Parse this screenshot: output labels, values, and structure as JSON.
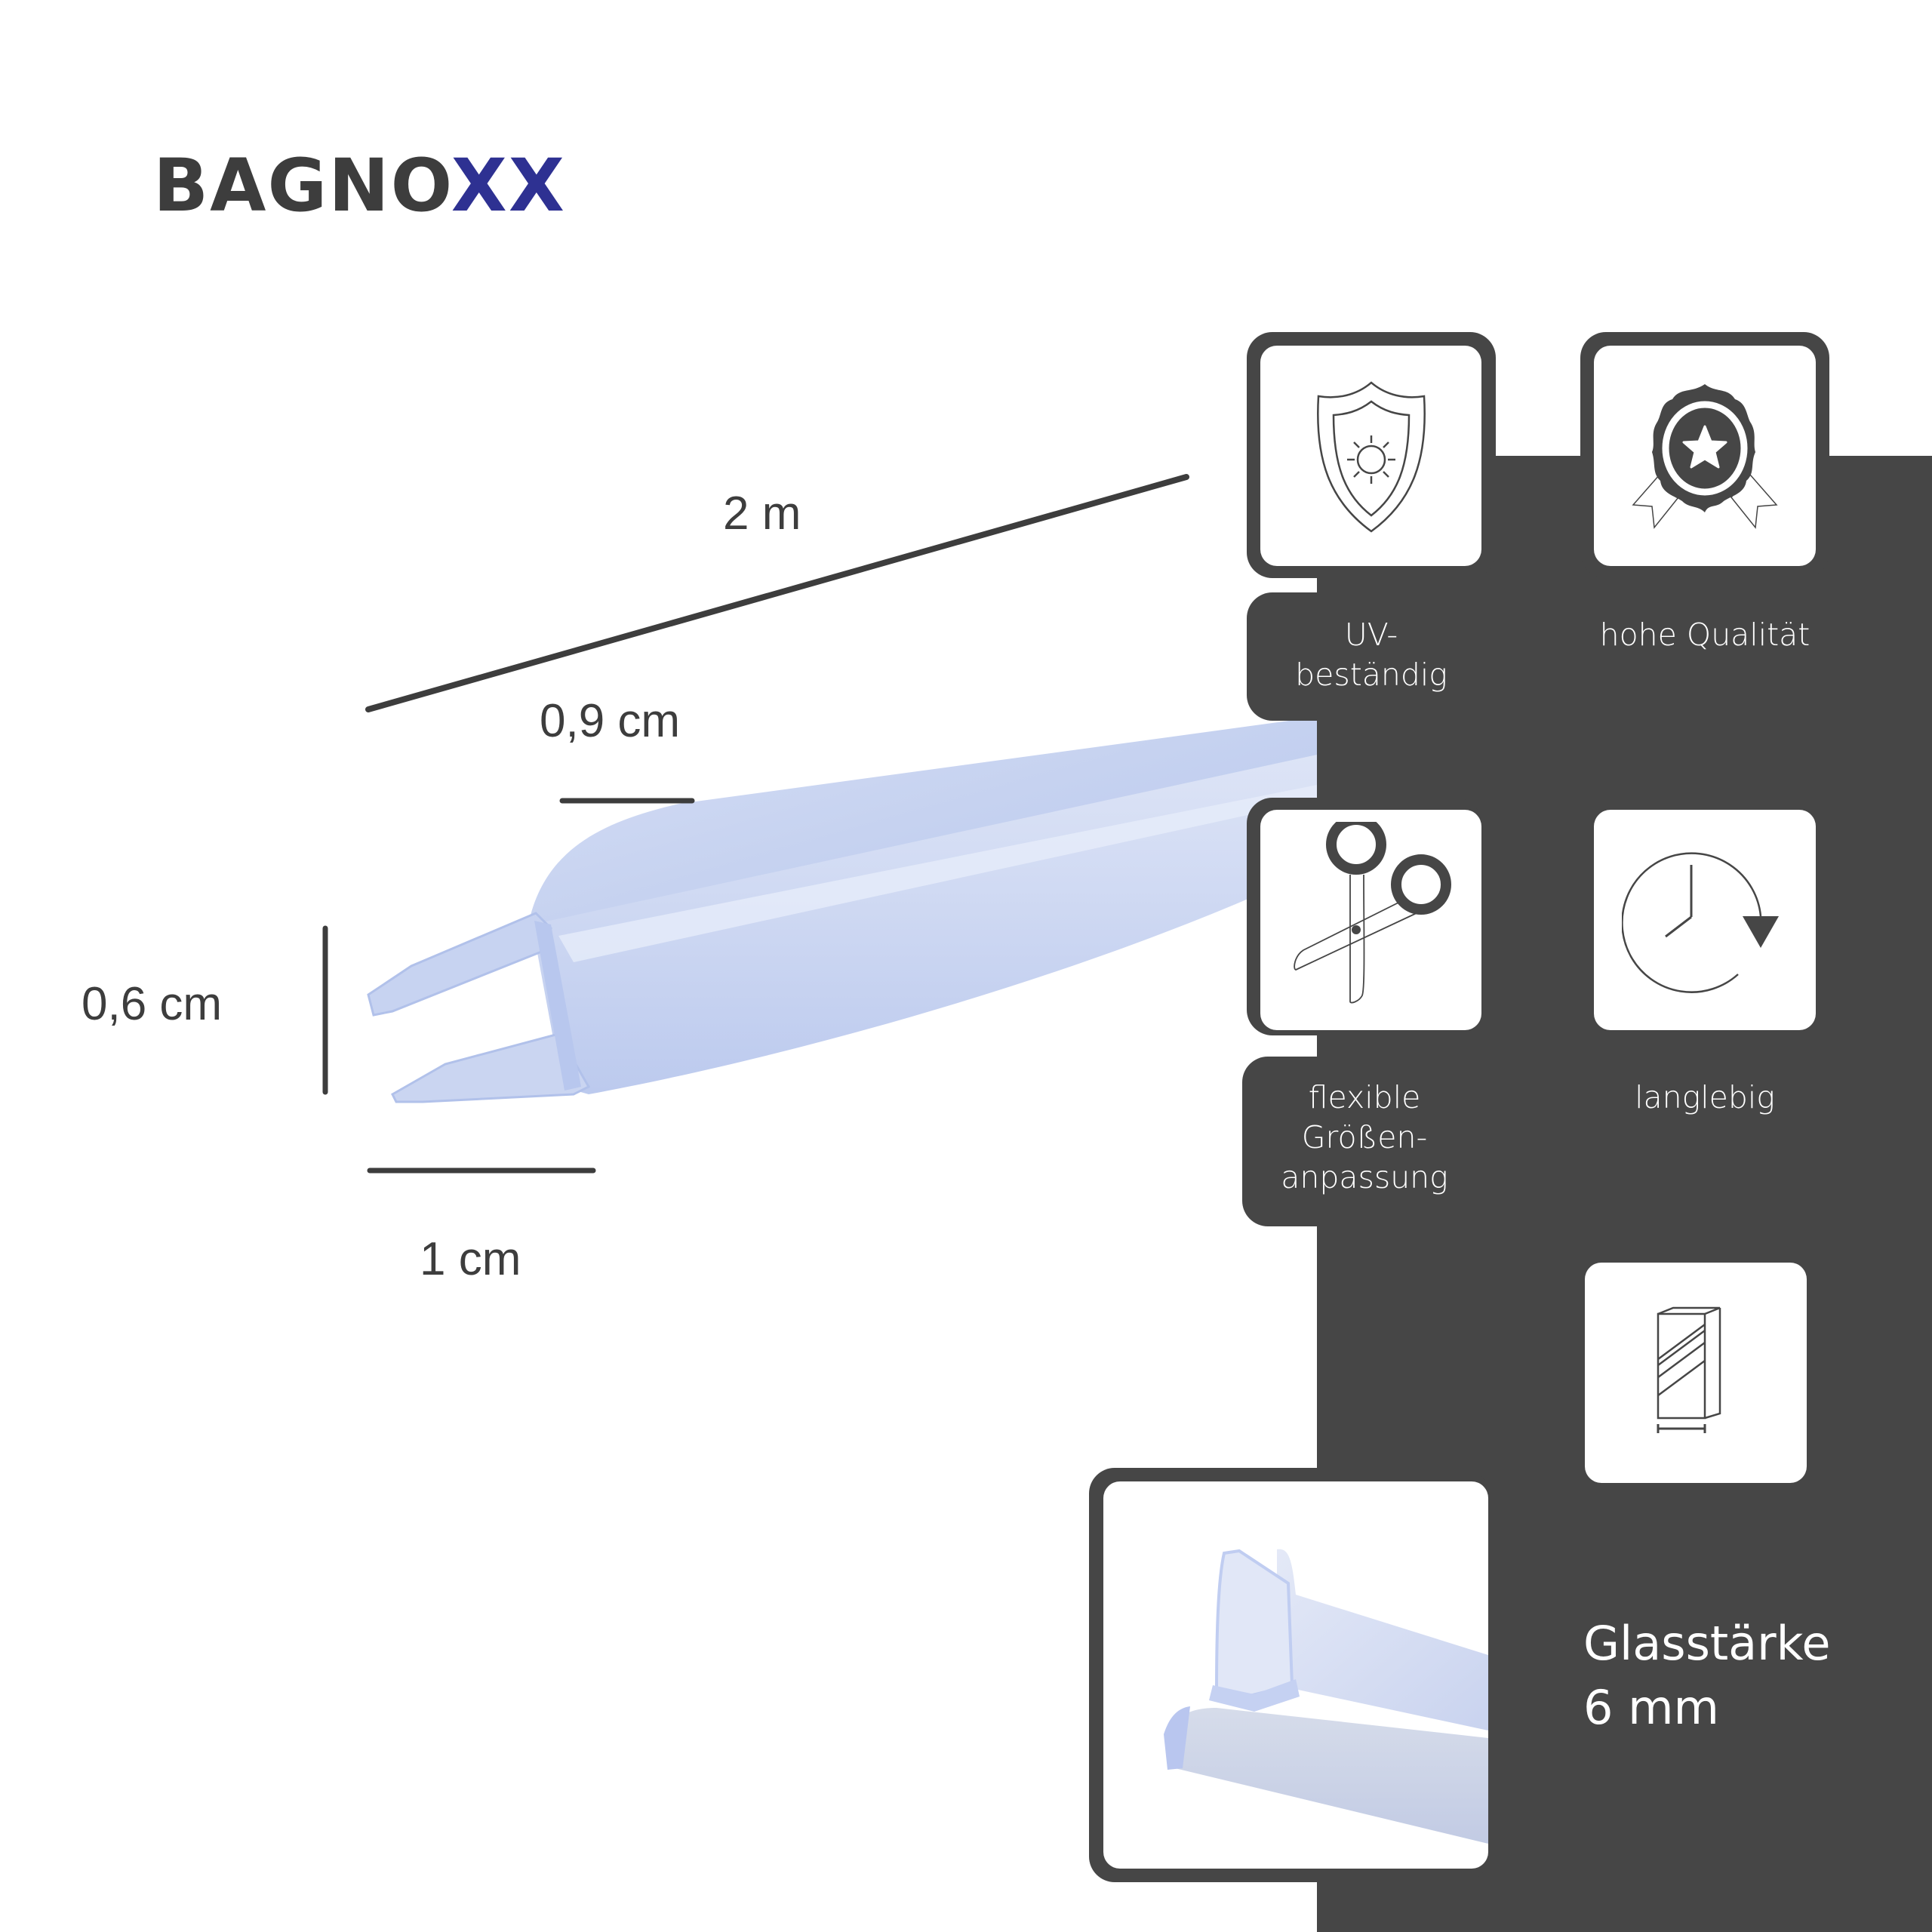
{
  "brand": {
    "logo_main": "BAGNO",
    "logo_accent": "XX",
    "accent_color": "#2e3192",
    "text_color": "#3d3d3d"
  },
  "colors": {
    "panel": "#464646",
    "card": "#ffffff",
    "product_tint": "#c5d2f0"
  },
  "dimensions": {
    "length": "2 m",
    "top_width": "0,9 cm",
    "height": "0,6 cm",
    "bottom_width": "1 cm"
  },
  "features": [
    {
      "icon": "uv-shield-sun-icon",
      "label_line1": "UV-",
      "label_line2": "beständig"
    },
    {
      "icon": "quality-badge-star-icon",
      "label_line1": "hohe Qualität"
    },
    {
      "icon": "scissors-icon",
      "label_line1": "flexible",
      "label_line2": "Größen-",
      "label_line3": "anpassung"
    },
    {
      "icon": "clock-refresh-icon",
      "label_line1": "langlebig"
    },
    {
      "icon": "glass-pane-thickness-icon"
    }
  ],
  "glass_thickness": {
    "line1": "Glasstärke",
    "line2": "6 mm"
  }
}
